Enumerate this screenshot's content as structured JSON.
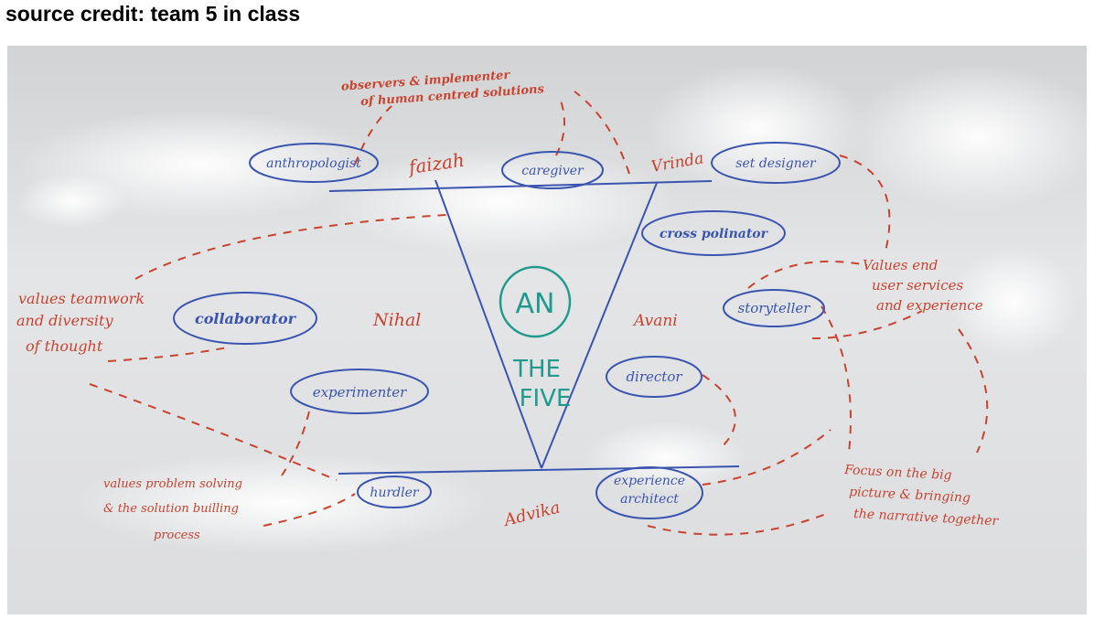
{
  "caption": "source credit: team 5 in class",
  "whiteboard": {
    "top_note": [
      "observers & implementer",
      "of human centred solutions"
    ],
    "members": {
      "faizah": "faizah",
      "vrinda": "Vrinda",
      "nihal": "Nihal",
      "avani": "Avani",
      "advika": "Advika"
    },
    "roles": {
      "anthropologist": "anthropologist",
      "caregiver": "caregiver",
      "set_designer": "set designer",
      "cross_polinator": "cross polinator",
      "collaborator": "collaborator",
      "experimenter": "experimenter",
      "storyteller": "storyteller",
      "director": "director",
      "hurdler": "hurdler",
      "experience_architect": [
        "experience",
        "architect"
      ]
    },
    "logo": {
      "monogram": "AN",
      "line1": "THE",
      "line2": "FIVE"
    },
    "notes": {
      "teamwork": [
        "values teamwork",
        "and diversity",
        "of thought"
      ],
      "problem_solving": [
        "values problem solving",
        "& the solution builling",
        "process"
      ],
      "end_user": [
        "Values end",
        "user services",
        "and experience"
      ],
      "big_picture": [
        "Focus on the big",
        "picture & bringing",
        "the narrative together"
      ]
    },
    "colors": {
      "blue_marker": "#3a55b0",
      "red_marker": "#c9432f",
      "teal_marker": "#1f9a8c"
    }
  }
}
